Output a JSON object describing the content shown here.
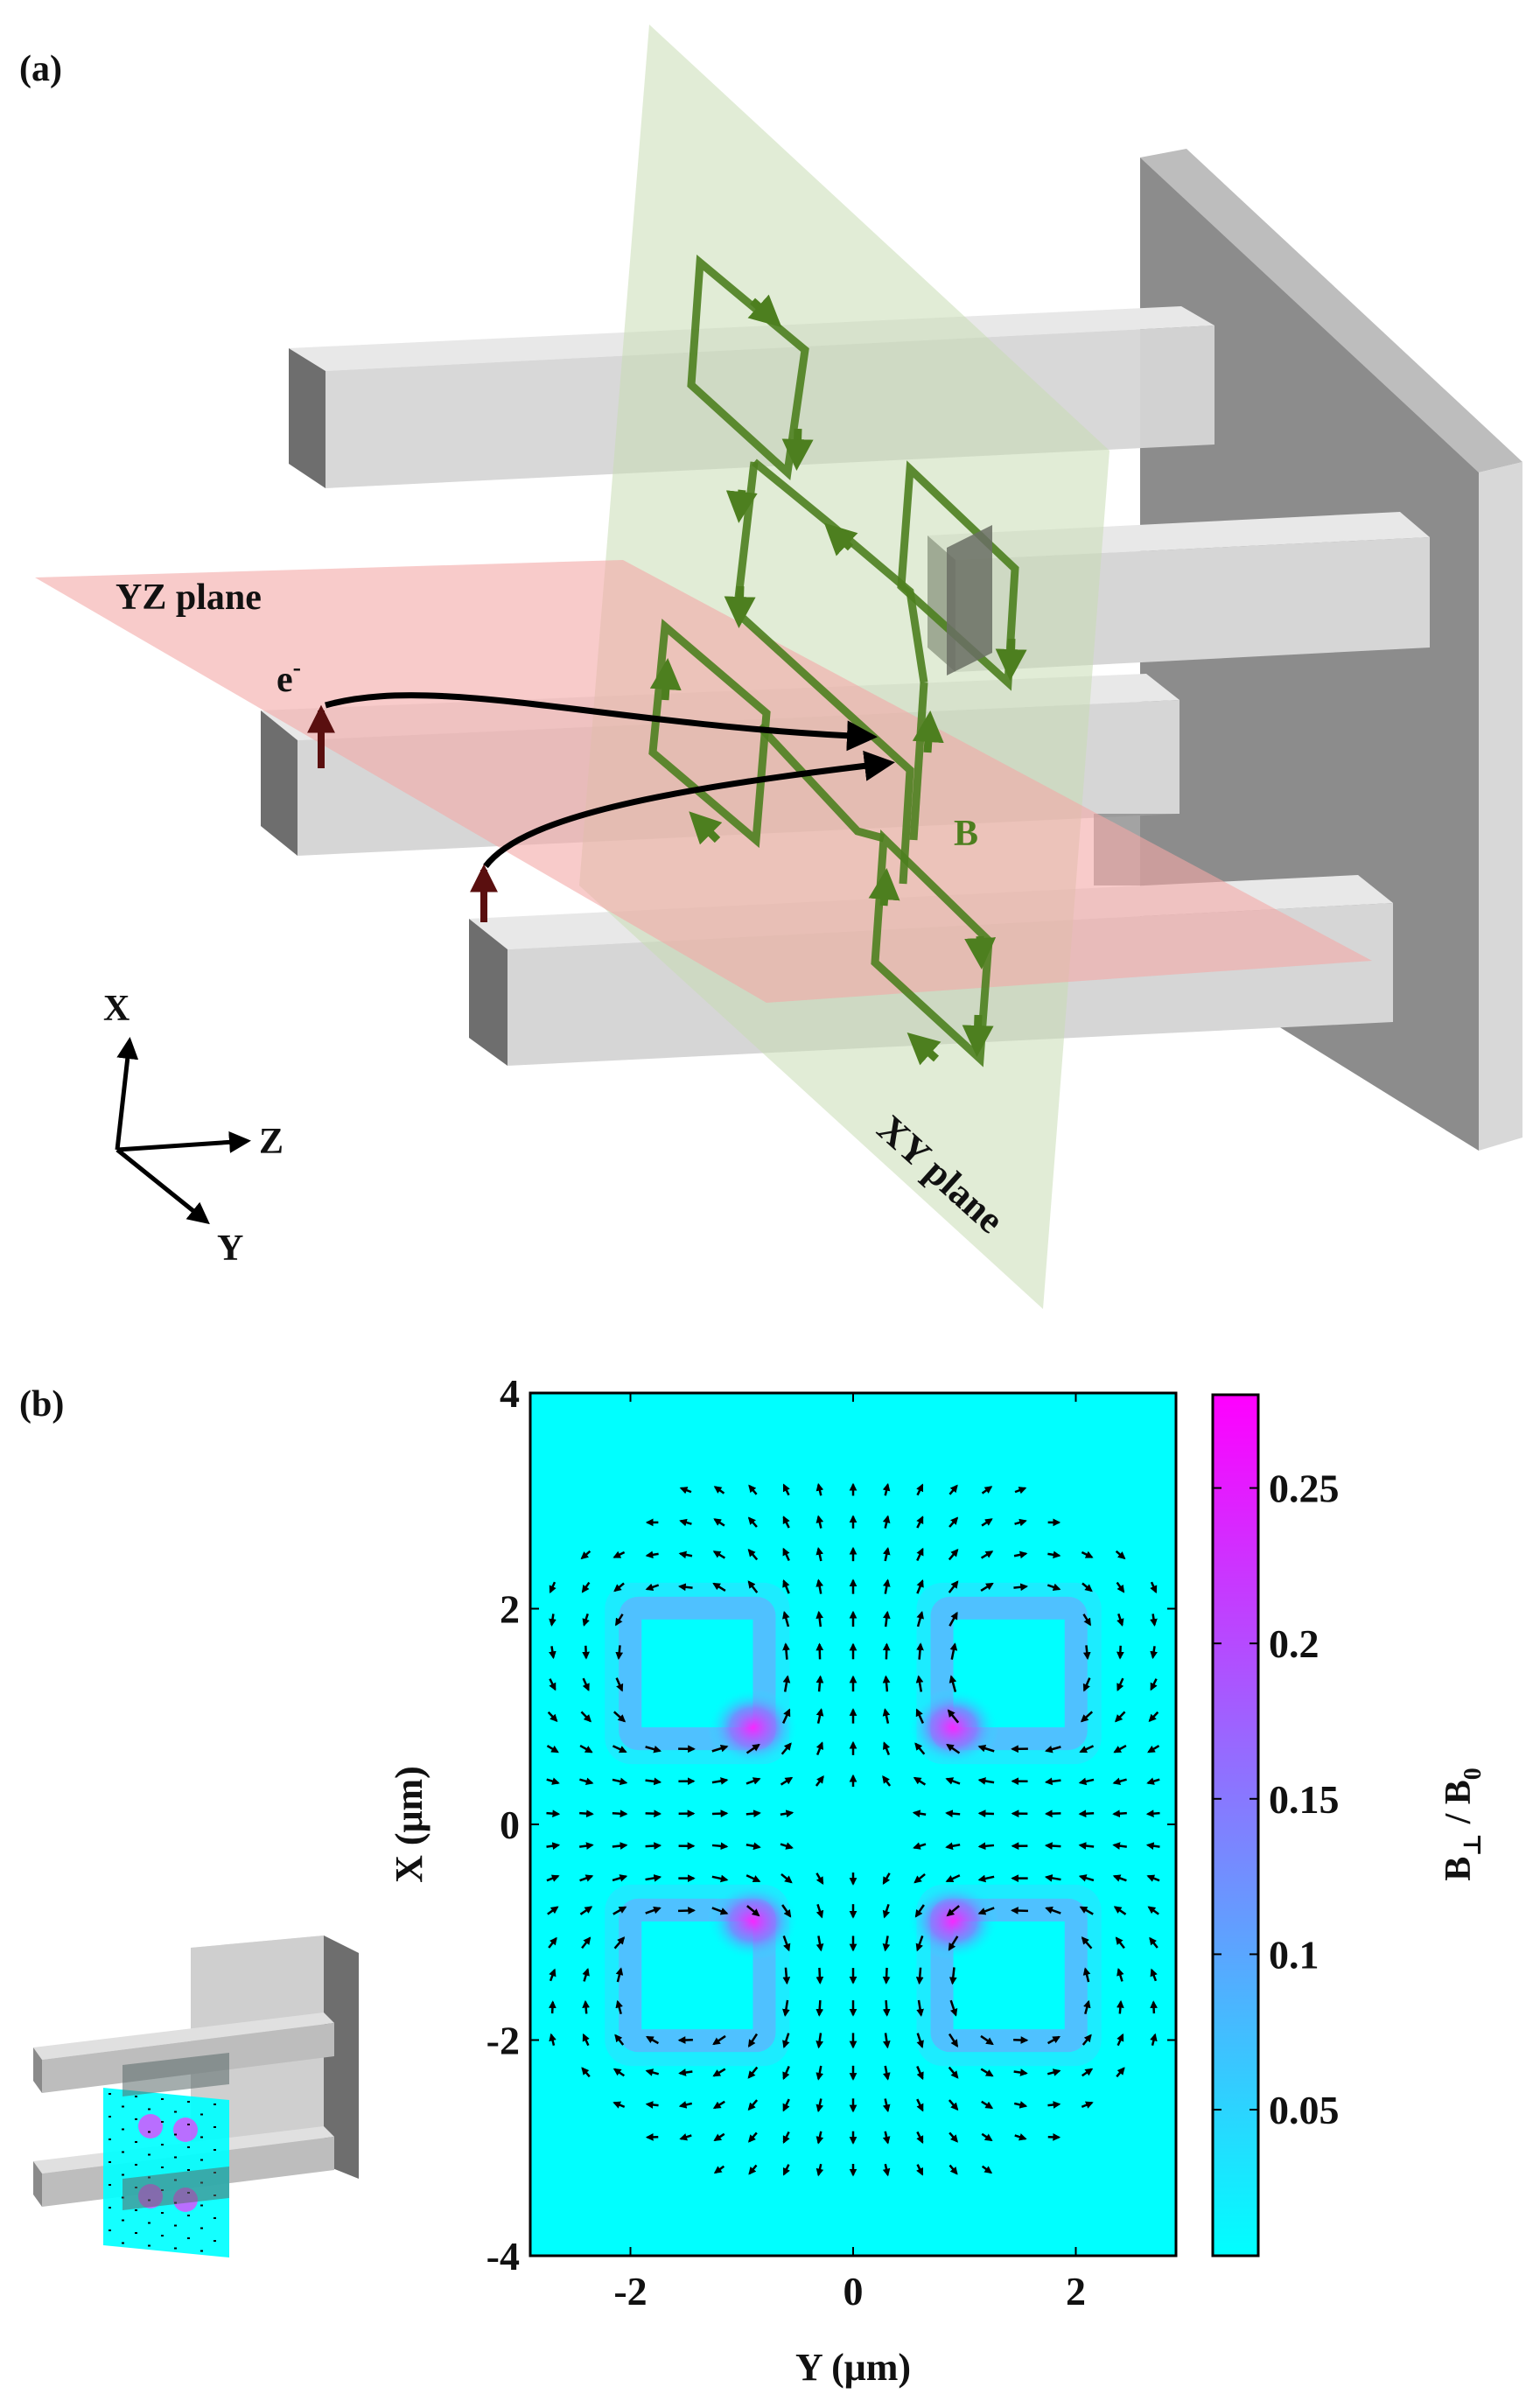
{
  "panel_a": {
    "label": "(a)",
    "yz_plane_label": "YZ plane",
    "xy_plane_label": "XY plane",
    "electron_label": "e",
    "electron_superscript": "-",
    "field_label": "B",
    "axes": {
      "x": "X",
      "y": "Y",
      "z": "Z"
    },
    "colors": {
      "yz_plane": "#f4a9a6",
      "xy_plane": "#c9dcb4",
      "field_loops": "#4d7f1f",
      "bars": "#d9d9d9",
      "wall": "#8c8c8c",
      "electron_spin": "#5a0f0f"
    }
  },
  "panel_b": {
    "label": "(b)",
    "xlabel": "Y (μm)",
    "ylabel": "X (μm)",
    "colorbar_label_main": "B",
    "colorbar_label_sub": "⊥",
    "colorbar_label_rest": " / B",
    "colorbar_label_zero": "0",
    "chart_data": {
      "type": "heatmap",
      "x_ticks": [
        "-2",
        "0",
        "2"
      ],
      "y_ticks": [
        "4",
        "2",
        "0",
        "-2",
        "-4"
      ],
      "xlim": [
        -2.9,
        2.9
      ],
      "ylim": [
        -4,
        4
      ],
      "colorbar_ticks": [
        "0.25",
        "0.2",
        "0.15",
        "0.1",
        "0.05"
      ],
      "colorbar_values": [
        0.25,
        0.2,
        0.15,
        0.1,
        0.05
      ],
      "colorbar_range": [
        0.003,
        0.28
      ],
      "colormap": [
        "#00ffff",
        "#ff00ff"
      ],
      "bar_squares_um": [
        {
          "y": [
            -1.9,
            -0.9
          ],
          "x": [
            0.9,
            1.9
          ]
        },
        {
          "y": [
            0.9,
            1.9
          ],
          "x": [
            0.9,
            1.9
          ]
        },
        {
          "y": [
            -1.9,
            -0.9
          ],
          "x": [
            -1.9,
            -0.9
          ]
        },
        {
          "y": [
            0.9,
            1.9
          ],
          "x": [
            -1.9,
            -0.9
          ]
        }
      ]
    }
  }
}
